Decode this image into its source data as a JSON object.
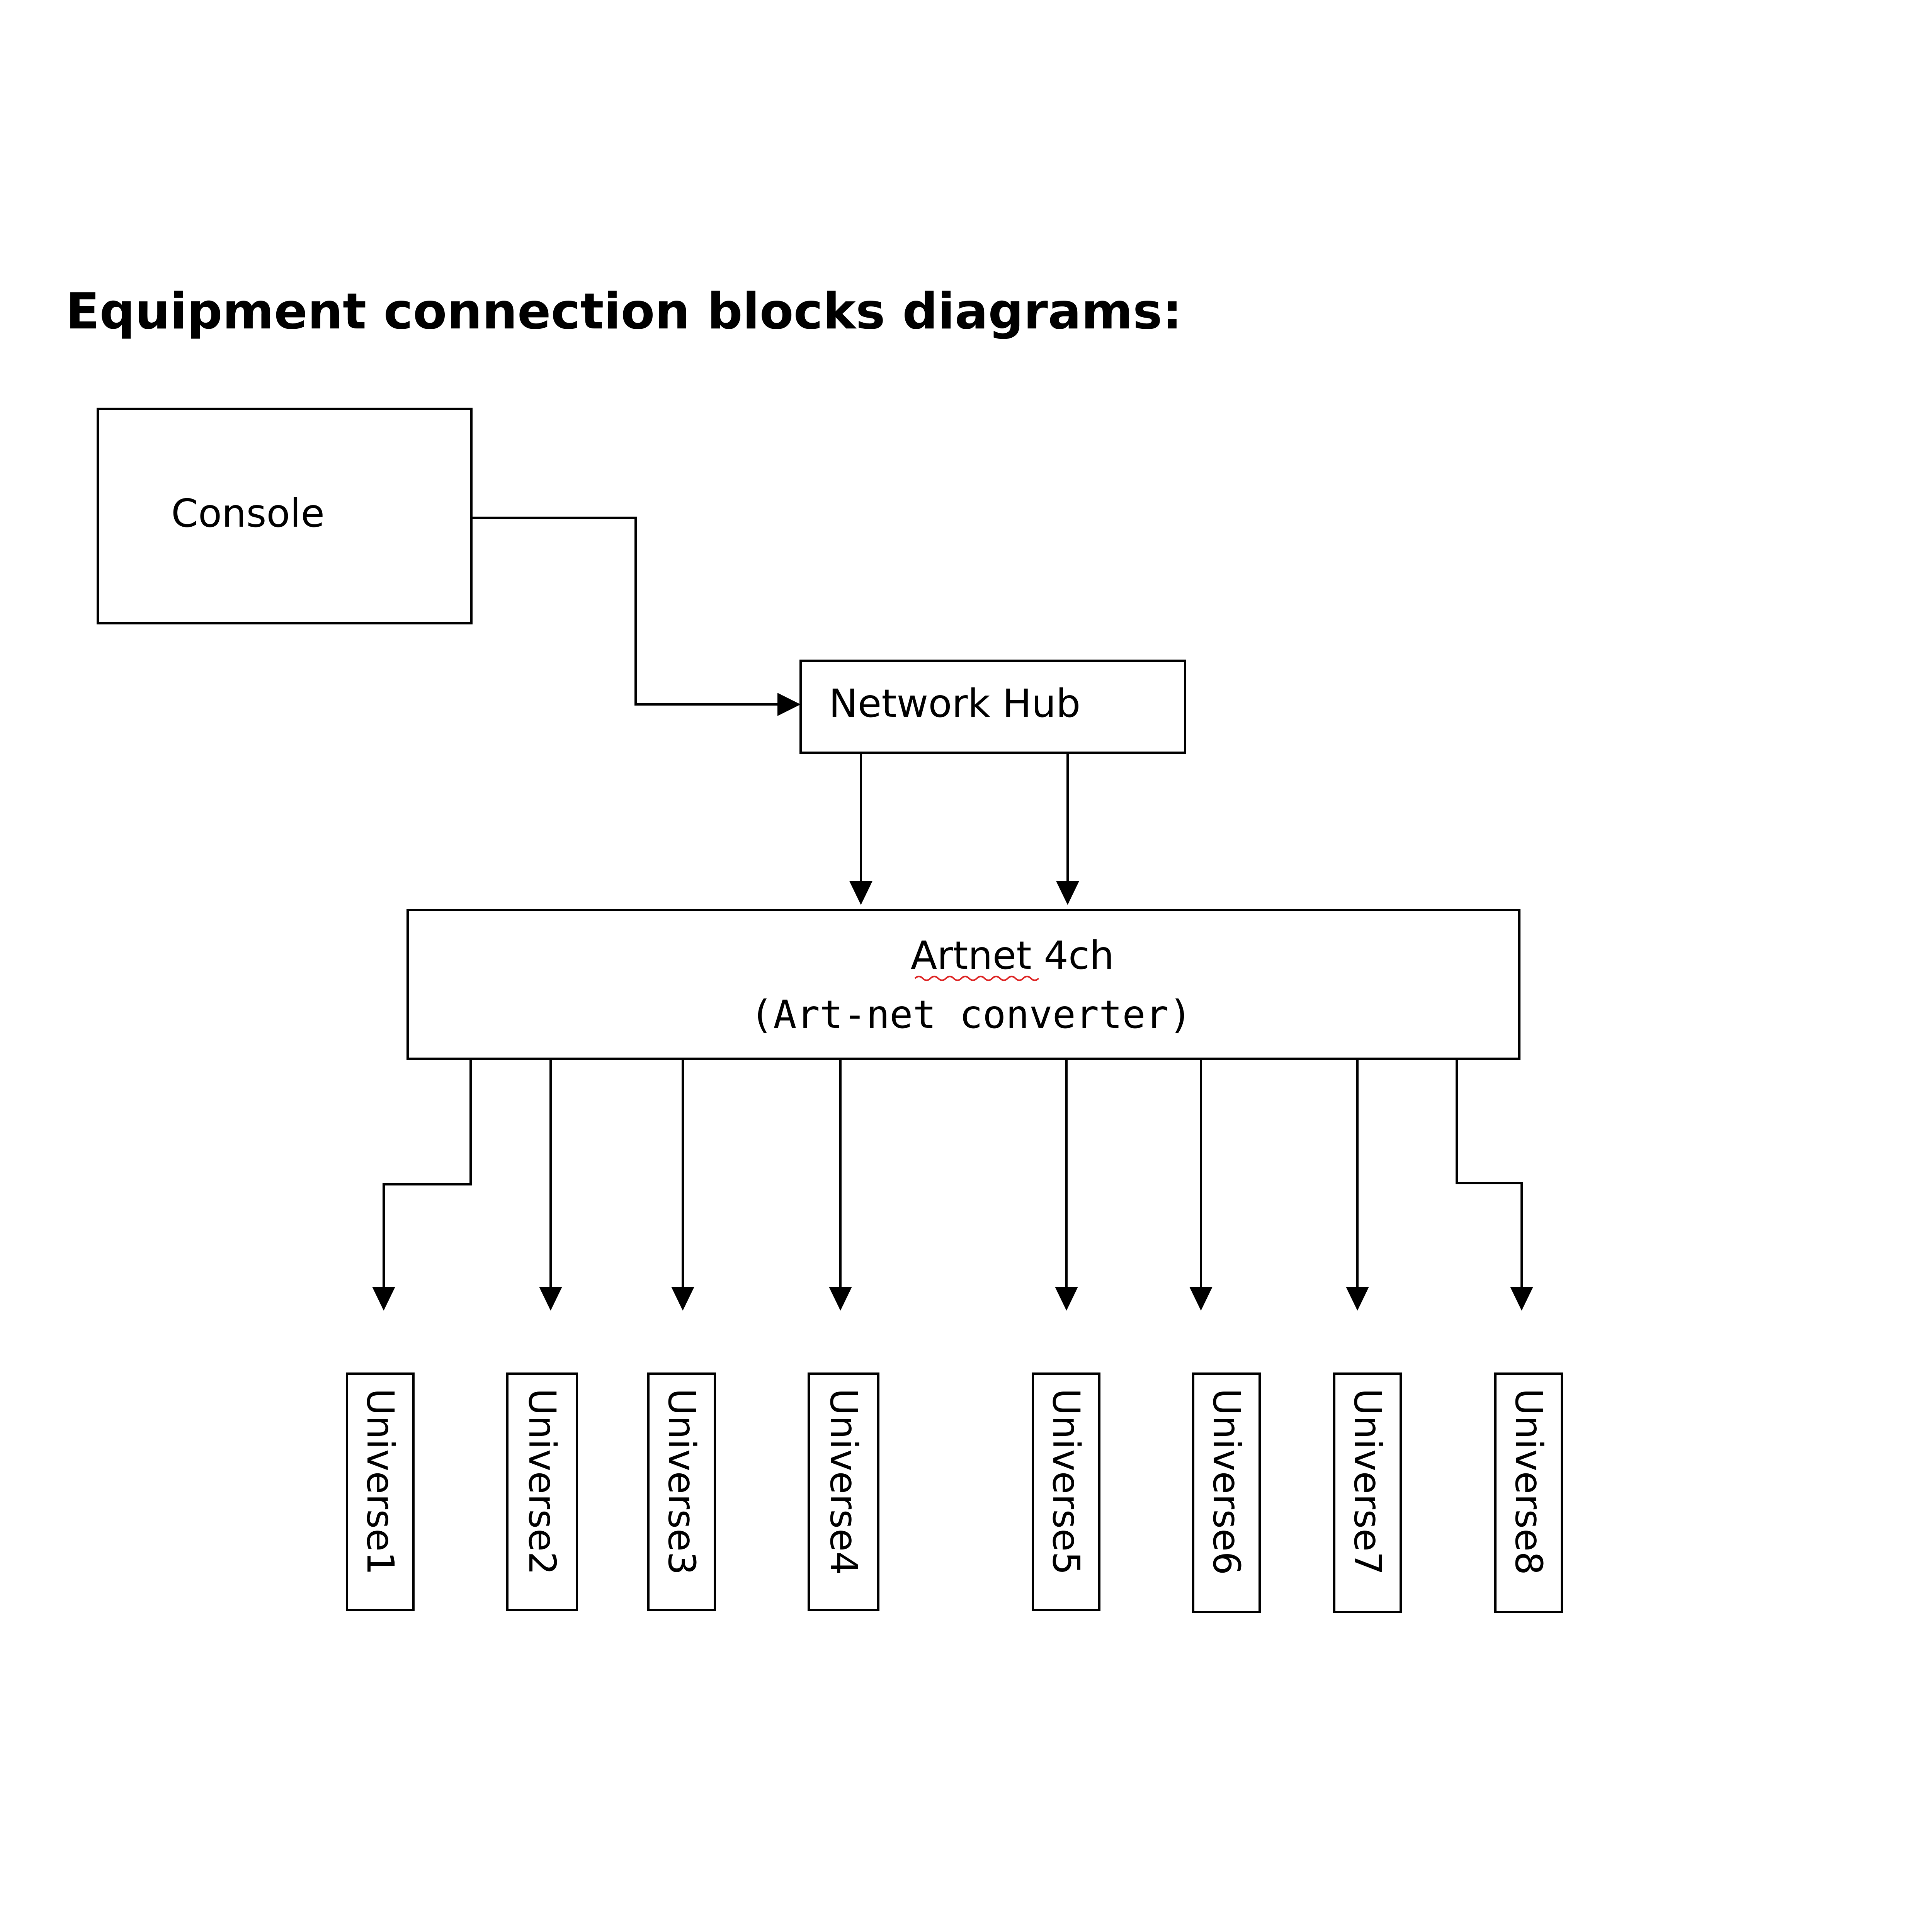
{
  "title": "Equipment connection blocks diagrams:",
  "nodes": {
    "console": "Console",
    "hub": "Network Hub",
    "converter": {
      "name": "Artnet 4ch",
      "subtitle": "(Art-net converter)"
    }
  },
  "universes": [
    "Universe1",
    "Universe2",
    "Universe3",
    "Universe4",
    "Universe5",
    "Universe6",
    "Universe7",
    "Universe8"
  ]
}
